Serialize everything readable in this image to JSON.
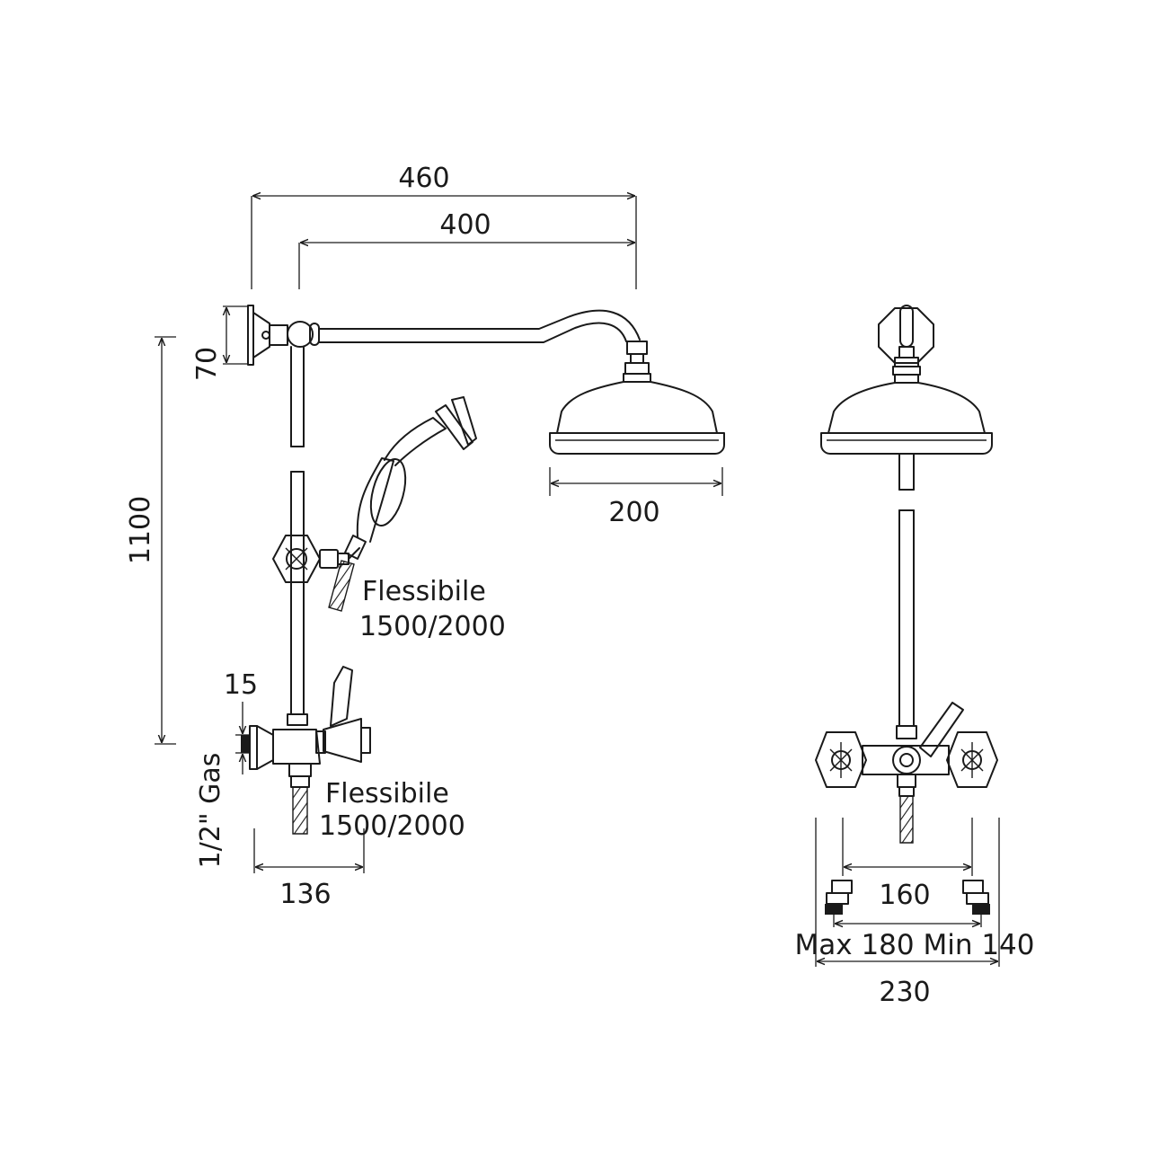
{
  "dimensions": {
    "arm_total": "460",
    "arm_reach": "400",
    "wall_flange": "70",
    "column_height": "1100",
    "head_diameter": "200",
    "outlet_offset": "15",
    "inlet_thread": "1/2\" Gas",
    "mixer_depth": "136",
    "inlet_centers": "160",
    "eccentric_range": "Max 180 Min 140",
    "overall_width": "230"
  },
  "labels": {
    "hand_hose_name": "Flessibile",
    "hand_hose_length": "1500/2000",
    "lower_hose_name": "Flessibile",
    "lower_hose_length": "1500/2000"
  }
}
